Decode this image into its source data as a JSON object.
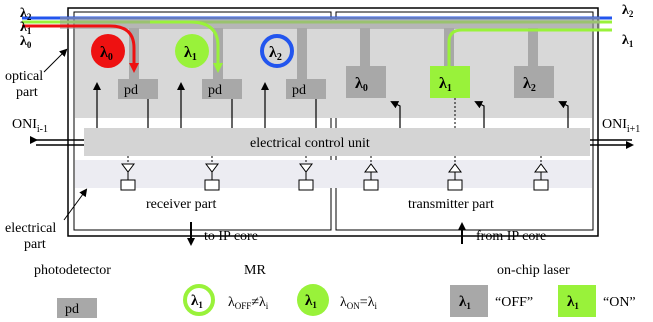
{
  "wavelengths": {
    "l2_main": "λ",
    "l2_sub": "2",
    "l1_main": "λ",
    "l1_sub": "1",
    "l0_main": "λ",
    "l0_sub": "0"
  },
  "labels": {
    "optical_part": [
      "optical",
      "part"
    ],
    "electrical_part": [
      "electrical",
      "part"
    ],
    "receiver_part": "receiver part",
    "transmitter_part": "transmitter part",
    "ecu": "electrical control unit",
    "to_ip_core": "to IP core",
    "from_ip_core": "from IP core",
    "oni_left_main": "ONI",
    "oni_left_sub": "i-1",
    "oni_right_main": "ONI",
    "oni_right_sub": "i+1",
    "pd": "pd"
  },
  "legend": {
    "photodetector": "photodetector",
    "mr": "MR",
    "laser": "on-chip laser",
    "pd": "pd",
    "off_cond_main": "λ",
    "off_cond_sub": "OFF",
    "off_cond_rest": "≠λ",
    "off_cond_sub2": "i",
    "on_cond_main": "λ",
    "on_cond_sub": "ON",
    "on_cond_rest": "=λ",
    "on_cond_sub2": "i",
    "off_label": "“OFF”",
    "on_label": "“ON”"
  },
  "colors": {
    "red": "#ee1111",
    "green": "#99f23a",
    "blue": "#2255ee",
    "gray_box": "#a8a8a8",
    "light_gray": "#e0e0e0",
    "optical_bg": "#d8d8d8"
  }
}
